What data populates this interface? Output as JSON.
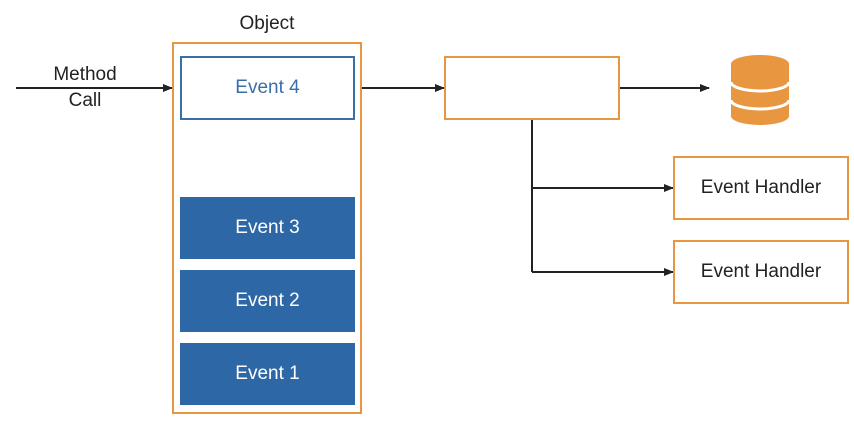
{
  "method_call": {
    "line1": "Method",
    "line2": "Call"
  },
  "object": {
    "title": "Object",
    "incoming_event": "Event 4",
    "queued_events": [
      "Event 3",
      "Event 2",
      "Event 1"
    ]
  },
  "handlers": [
    "Event Handler",
    "Event Handler"
  ],
  "icons": {
    "store": "database-icon"
  },
  "colors": {
    "accent": "#e8963f",
    "event": "#2e67a6",
    "line": "#222222"
  }
}
